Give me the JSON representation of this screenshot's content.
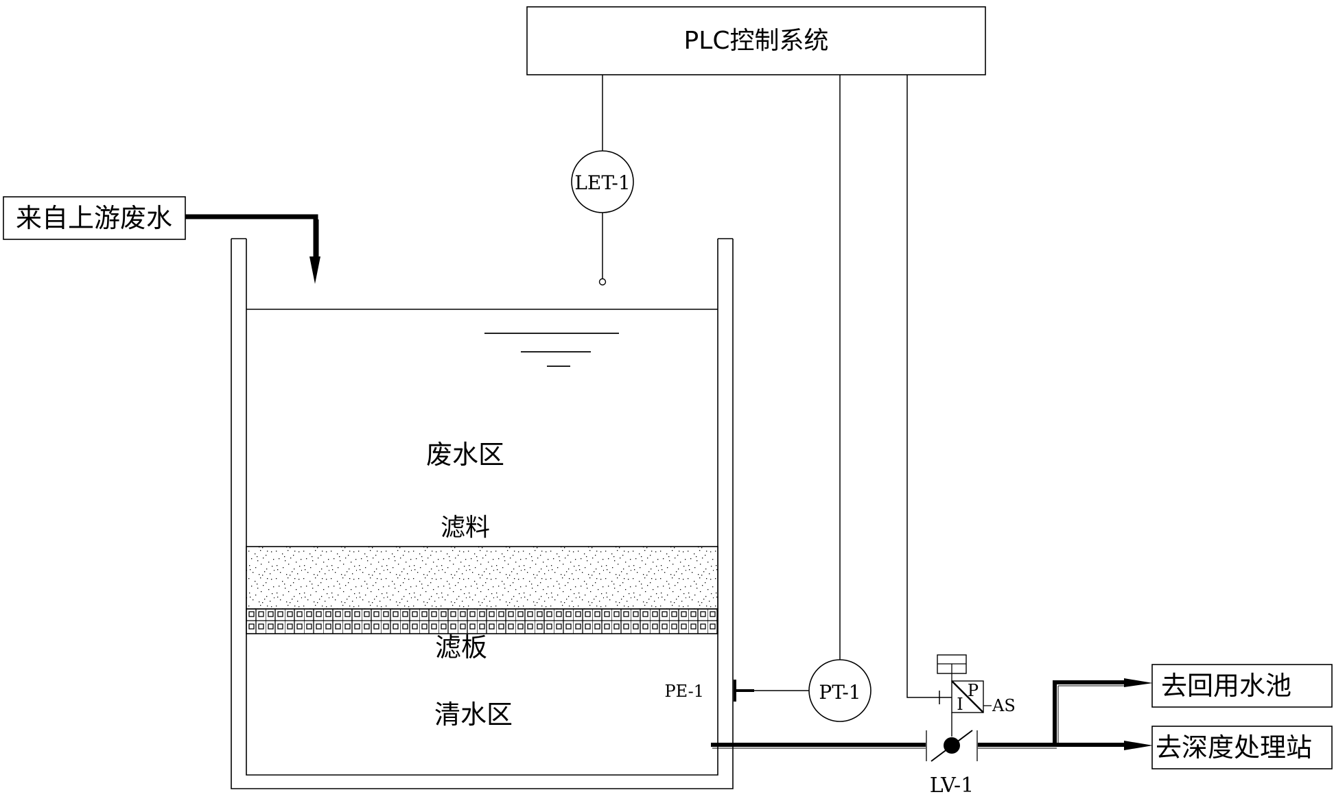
{
  "diagram": {
    "title": "PLC控制系统",
    "inlet_label": "来自上游废水",
    "zones": {
      "wastewater": "废水区",
      "filter_media": "滤料",
      "filter_plate": "滤板",
      "clean_water": "清水区"
    },
    "instruments": {
      "level_transmitter": "LET-1",
      "pressure_element": "PE-1",
      "pressure_transmitter": "PT-1",
      "valve": "LV-1",
      "positioner_input": "I",
      "positioner_output": "P",
      "air_supply": "AS"
    },
    "outlets": {
      "reuse_pool": "去回用水池",
      "advanced_treatment": "去深度处理站"
    }
  }
}
